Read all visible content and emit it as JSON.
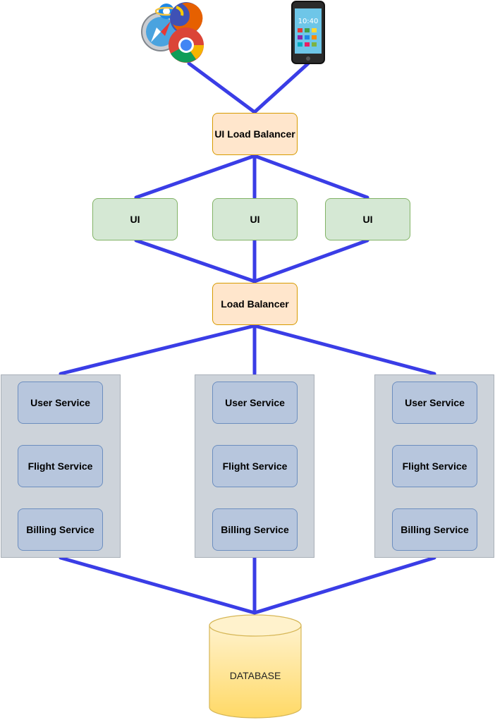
{
  "diagram": {
    "clients": {
      "browsers": [
        "safari-icon",
        "firefox-icon",
        "chrome-icon",
        "ie-icon"
      ],
      "mobile": {
        "icon": "smartphone-icon",
        "clock": "10:40"
      }
    },
    "ui_load_balancer": "UI Load Balancer",
    "ui_nodes": [
      "UI",
      "UI",
      "UI"
    ],
    "load_balancer": "Load Balancer",
    "service_groups": [
      {
        "services": [
          "User Service",
          "Flight Service",
          "Billing Service"
        ]
      },
      {
        "services": [
          "User Service",
          "Flight Service",
          "Billing Service"
        ]
      },
      {
        "services": [
          "User Service",
          "Flight Service",
          "Billing Service"
        ]
      }
    ],
    "database": "DATABASE",
    "colors": {
      "connector": "#3a3de6",
      "load_balancer_fill": "#ffe6cc",
      "ui_fill": "#d5e8d4",
      "service_fill": "#b7c6dd",
      "group_fill": "#cdd3da",
      "database_fill": "#ffd966"
    }
  }
}
